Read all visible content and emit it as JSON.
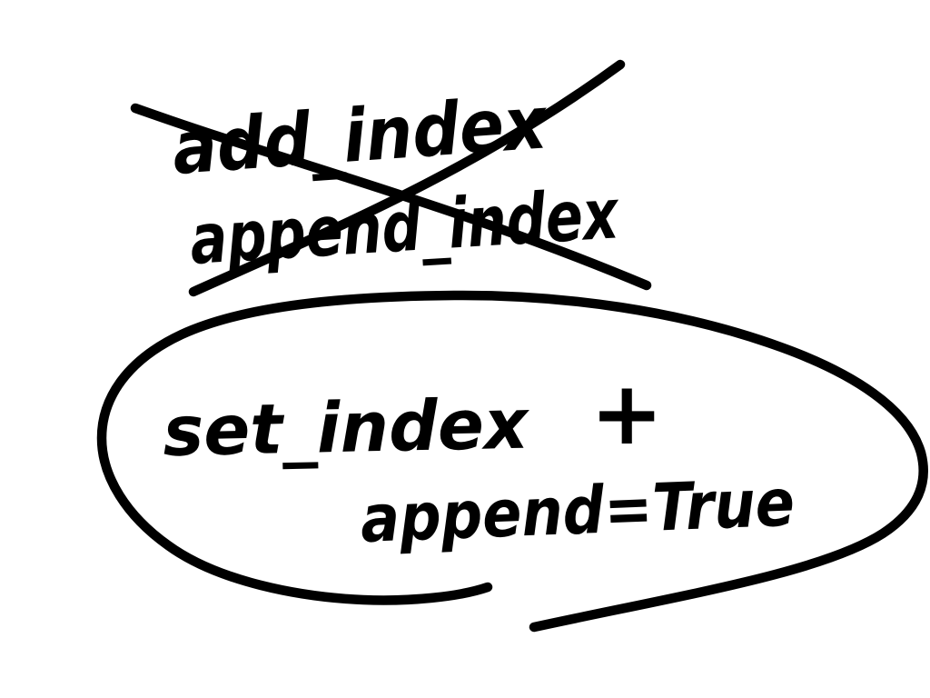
{
  "page": {
    "background_color": "#ffffff",
    "ink_color": "#000000"
  },
  "note": {
    "rejected_options": [
      {
        "text": "add_index"
      },
      {
        "text": "append_index"
      }
    ],
    "selected_option": {
      "function": "set_index",
      "operator": "+",
      "argument": "append=True"
    }
  }
}
